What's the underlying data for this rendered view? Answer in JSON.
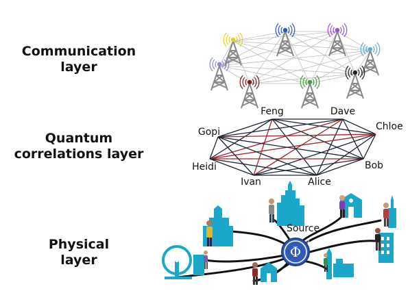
{
  "layers": {
    "communication": {
      "line1": "Communication",
      "line2": "layer"
    },
    "quantum": {
      "line1": "Quantum",
      "line2": "correlations layer"
    },
    "physical": {
      "line1": "Physical",
      "line2": "layer"
    }
  },
  "nodes": [
    "Feng",
    "Dave",
    "Chloe",
    "Bob",
    "Alice",
    "Ivan",
    "Heidi",
    "Gopi"
  ],
  "source_label": "Source",
  "source_symbol": "Φ",
  "tower_icons": [
    "antenna-tower-icon"
  ],
  "colors": {
    "tower_signals": [
      "#2a5db0",
      "#9a4fd3",
      "#5aaed6",
      "#222222",
      "#3da33a",
      "#7a1f1f",
      "#8a8ad8",
      "#e8d21c"
    ],
    "mesh_black": "#1a2233",
    "mesh_red": "#a0232a",
    "city_blue": "#1aa7c9"
  }
}
